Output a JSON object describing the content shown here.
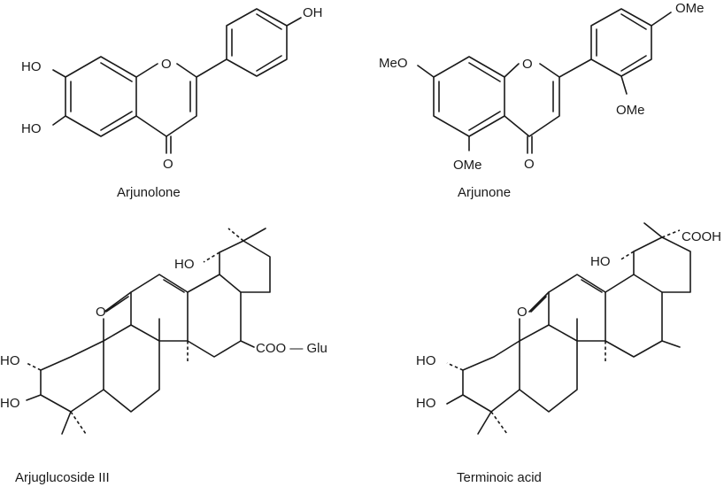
{
  "compounds": [
    {
      "name": "Arjunolone",
      "labels": {
        "oh_top": "OH",
        "ho_7": "HO",
        "ho_6": "HO",
        "o_ring": "O",
        "o_keto": "O"
      }
    },
    {
      "name": "Arjunone",
      "labels": {
        "ome_top": "OMe",
        "meo_7": "MeO",
        "o_ring": "O",
        "ome_ortho": "OMe",
        "ome_5": "OMe",
        "o_keto": "O"
      }
    },
    {
      "name": "Arjuglucoside III",
      "labels": {
        "ho_top": "HO",
        "o_keto": "O",
        "coo_glu": "COO — Glu",
        "ho_2": "HO",
        "ho_3": "HO"
      }
    },
    {
      "name": "Terminoic acid",
      "labels": {
        "cooh": "COOH",
        "ho_top": "HO",
        "o_keto": "O",
        "ho_2": "HO",
        "ho_3": "HO"
      }
    }
  ]
}
